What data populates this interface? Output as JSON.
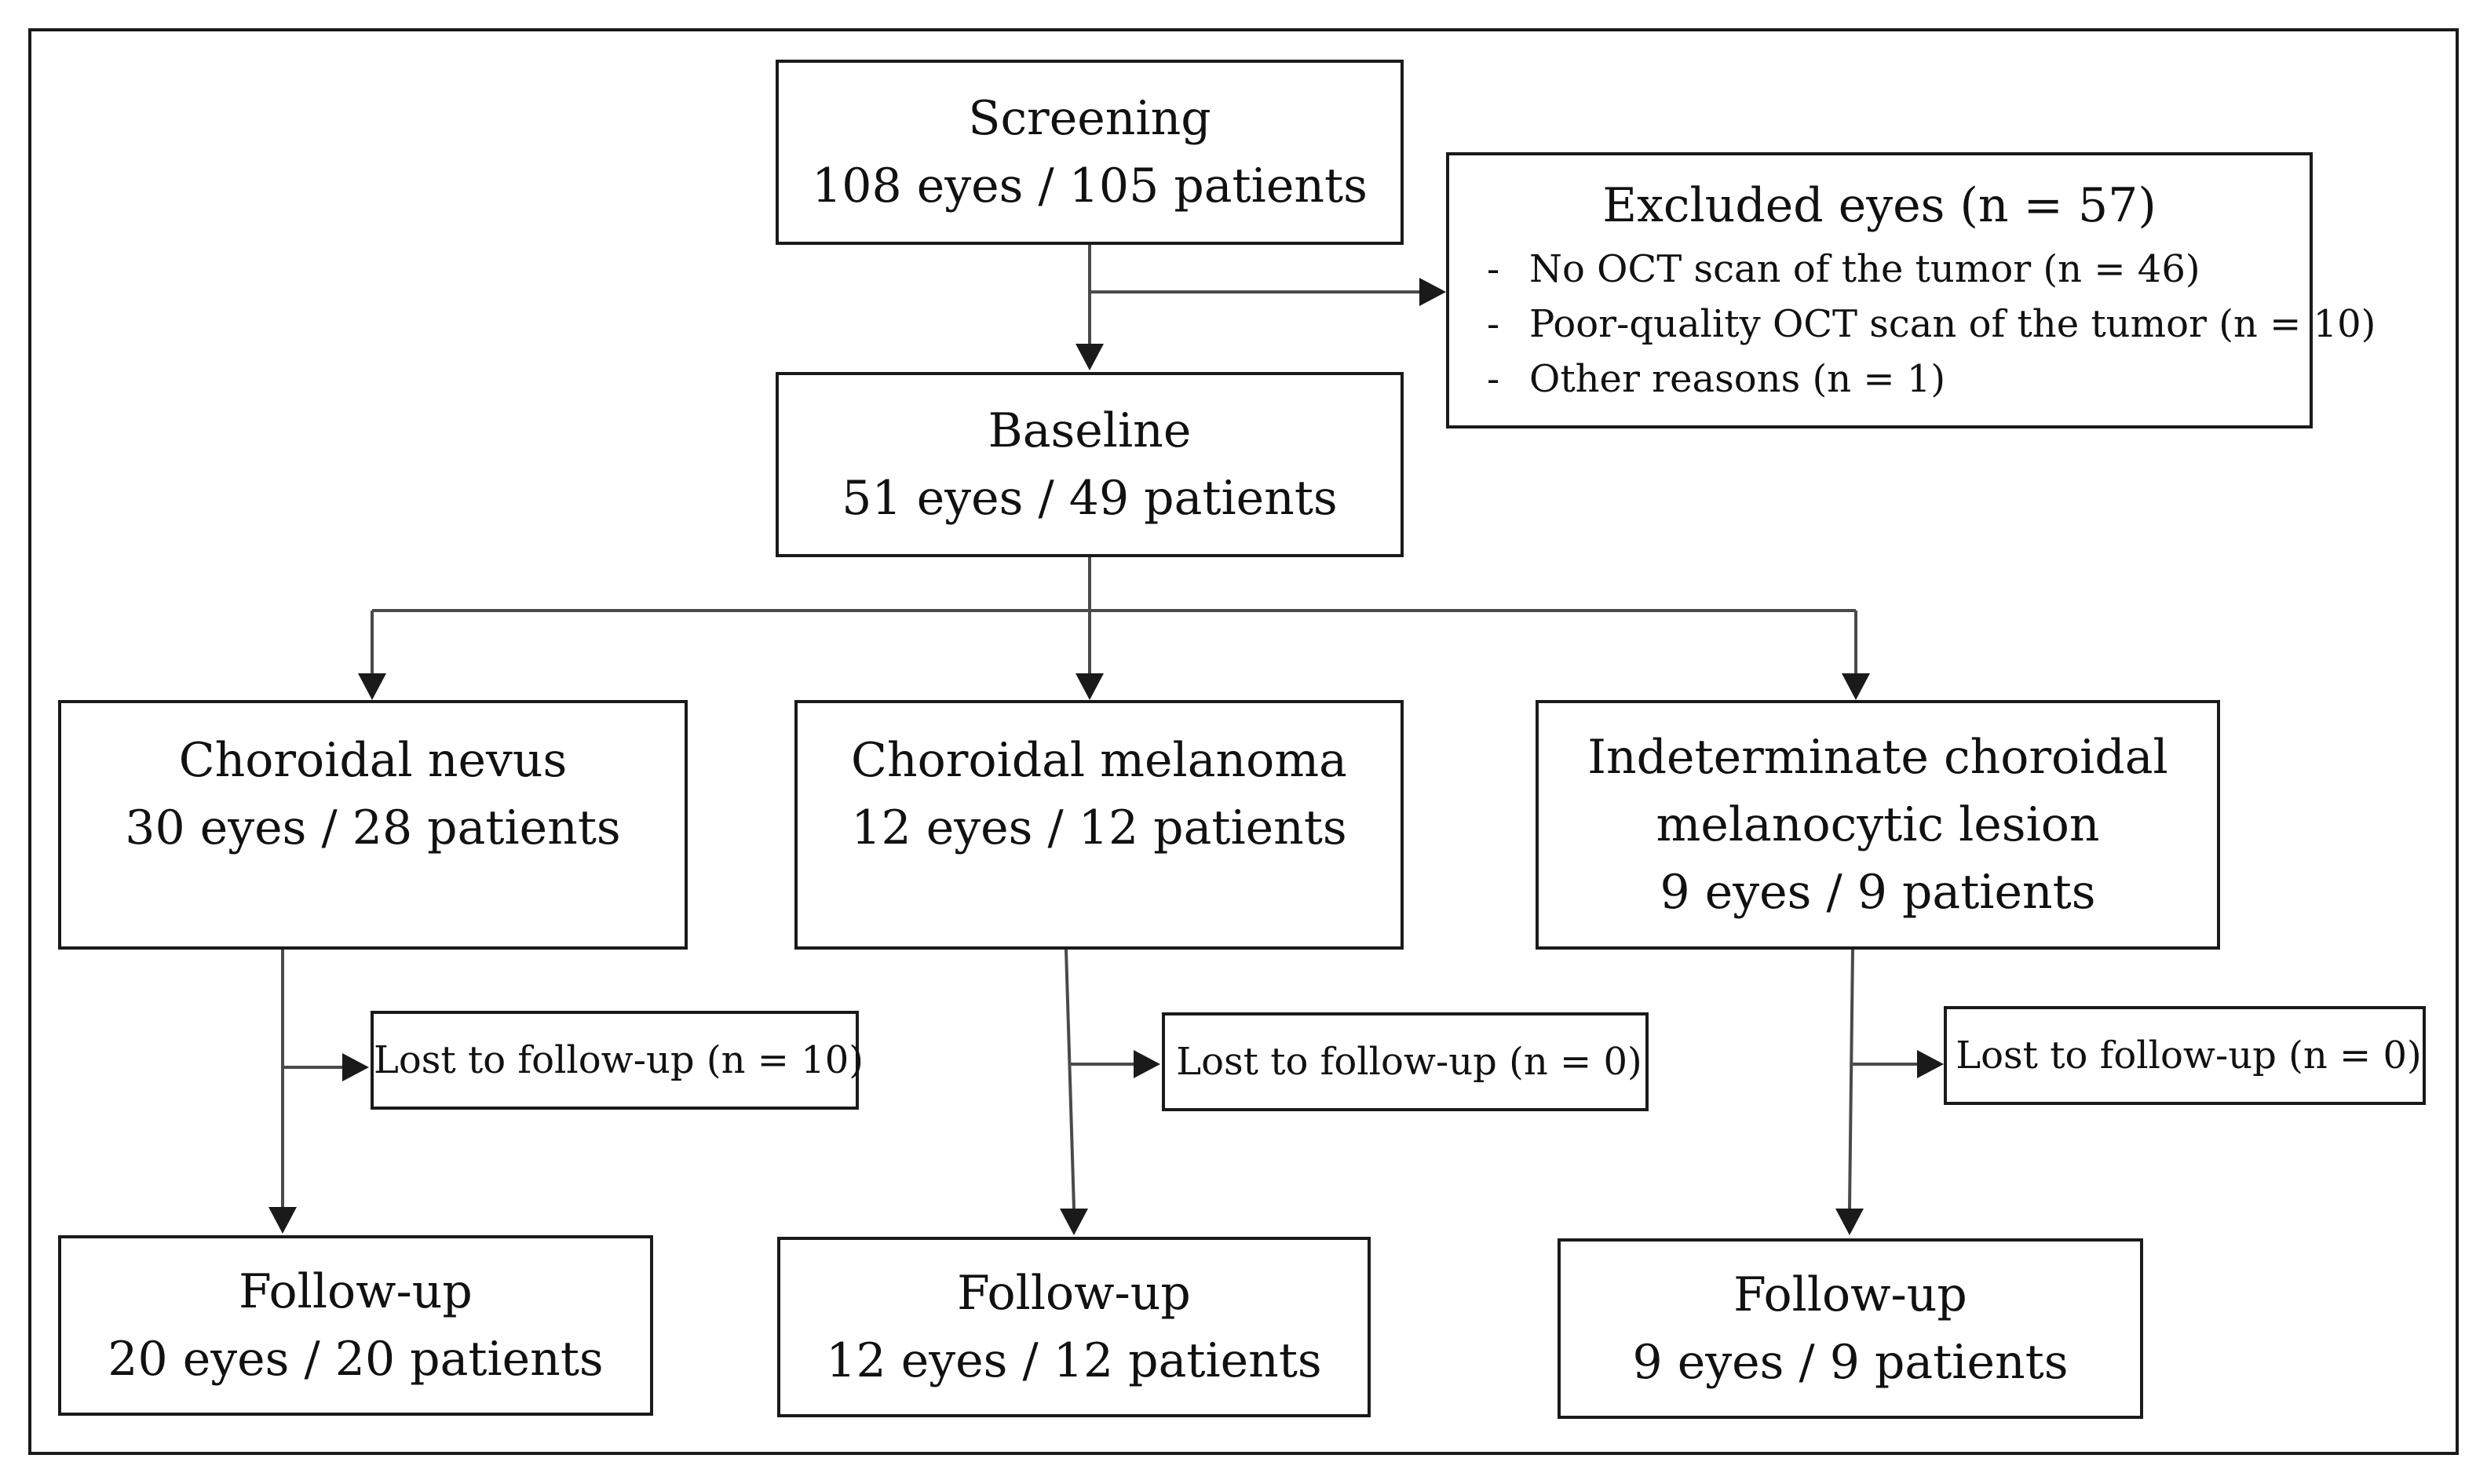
{
  "screening": {
    "title": "Screening",
    "count": "108 eyes / 105 patients"
  },
  "excluded": {
    "title": "Excluded eyes (n = 57)",
    "reasons": [
      "No OCT scan of the tumor (n = 46)",
      "Poor-quality OCT scan of the tumor (n = 10)",
      "Other reasons (n = 1)"
    ]
  },
  "baseline": {
    "title": "Baseline",
    "count": "51 eyes / 49 patients"
  },
  "groups": [
    {
      "title": "Choroidal nevus",
      "count": "30 eyes / 28 patients",
      "lost": "Lost to follow-up (n = 10)",
      "followup_title": "Follow-up",
      "followup_count": "20 eyes / 20 patients"
    },
    {
      "title": "Choroidal melanoma",
      "count": "12 eyes / 12 patients",
      "lost": "Lost to follow-up (n = 0)",
      "followup_title": "Follow-up",
      "followup_count": "12 eyes / 12 patients"
    },
    {
      "title_line1": "Indeterminate choroidal",
      "title_line2": "melanocytic lesion",
      "count": "9 eyes / 9 patients",
      "lost": "Lost to follow-up (n = 0)",
      "followup_title": "Follow-up",
      "followup_count": "9 eyes / 9 patients"
    }
  ]
}
